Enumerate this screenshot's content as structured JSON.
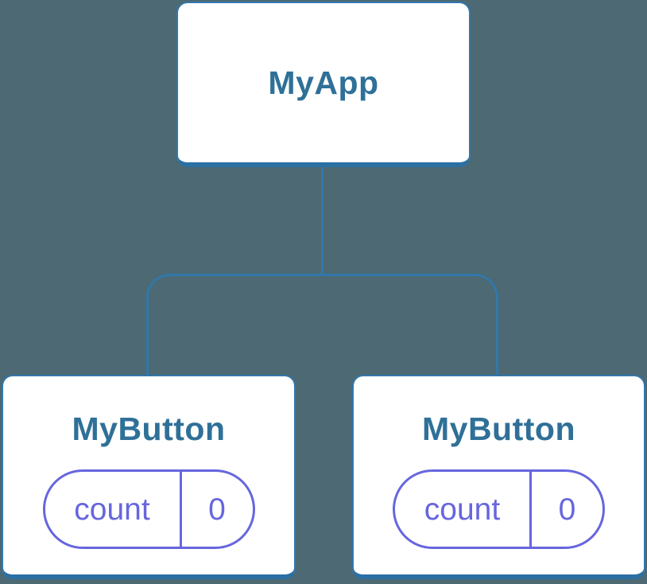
{
  "diagram": {
    "type": "component-tree",
    "colors": {
      "background": "#4D6973",
      "node_fill": "#FFFFFF",
      "node_border": "#3277AB",
      "node_border_bottom": "#2B70A4",
      "connector": "#3078AC",
      "node_title": "#2F7098",
      "state_accent": "#6666DF"
    },
    "root": {
      "label": "MyApp"
    },
    "children": [
      {
        "label": "MyButton",
        "state": {
          "key": "count",
          "value": "0"
        }
      },
      {
        "label": "MyButton",
        "state": {
          "key": "count",
          "value": "0"
        }
      }
    ]
  }
}
